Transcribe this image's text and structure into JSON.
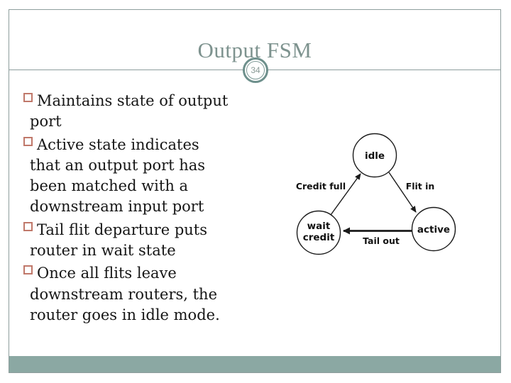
{
  "slide": {
    "title": "Output FSM",
    "page_number": "34"
  },
  "content": {
    "bullets": [
      {
        "lines": [
          "Maintains state of output",
          "port"
        ]
      },
      {
        "lines": [
          "Active state indicates",
          "that an output port has",
          "been matched with a",
          "downstream input port"
        ]
      },
      {
        "lines": [
          "Tail flit departure puts",
          "router in wait state"
        ]
      },
      {
        "lines": [
          "Once all flits leave",
          "downstream routers, the",
          "router goes in idle mode."
        ]
      }
    ]
  },
  "diagram": {
    "states": [
      {
        "id": "idle",
        "label": "idle"
      },
      {
        "id": "wait-credit",
        "label_line1": "wait",
        "label_line2": "credit"
      },
      {
        "id": "active",
        "label": "active"
      }
    ],
    "transitions": [
      {
        "from": "wait-credit",
        "to": "idle",
        "label": "Credit full"
      },
      {
        "from": "idle",
        "to": "active",
        "label": "Flit in"
      },
      {
        "from": "active",
        "to": "wait-credit",
        "label": "Tail out"
      }
    ]
  },
  "colors": {
    "accent_bar": "#8BA8A3",
    "frame_border": "#8E9E9D",
    "title_text": "#7E938F",
    "badge_ring": "#6E908C",
    "bullet_square": "#C0786A",
    "body_text": "#161616",
    "diagram_ink": "#1a1a1a"
  }
}
